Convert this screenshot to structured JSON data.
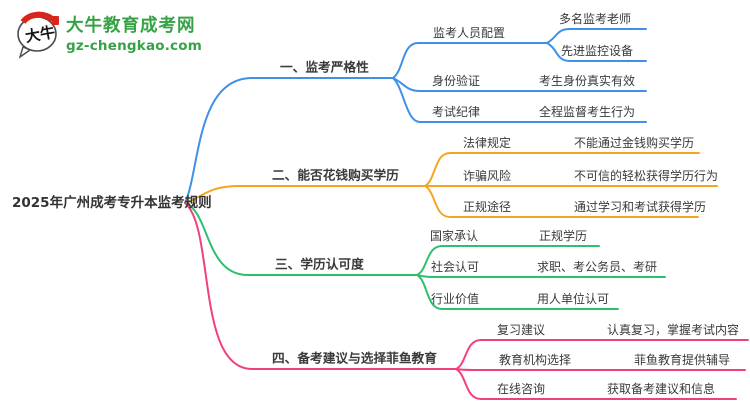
{
  "brand": {
    "name": "大牛教育成考网",
    "domain": "gz-chengkao.com",
    "logo_glyph": "大牛",
    "green": "#35a345",
    "red": "#d9251c"
  },
  "mindmap": {
    "root": "2025年广州成考专升本监考规则",
    "branches": [
      {
        "label": "一、监考严格性",
        "color": "#3f90e8",
        "children": [
          {
            "label": "监考人员配置",
            "leaves": [
              "多名监考老师",
              "先进监控设备"
            ]
          },
          {
            "label": "身份验证",
            "value": "考生身份真实有效"
          },
          {
            "label": "考试纪律",
            "value": "全程监督考生行为"
          }
        ]
      },
      {
        "label": "二、能否花钱购买学历",
        "color": "#f5a522",
        "children": [
          {
            "label": "法律规定",
            "value": "不能通过金钱购买学历"
          },
          {
            "label": "诈骗风险",
            "value": "不可信的轻松获得学历行为"
          },
          {
            "label": "正规途径",
            "value": "通过学习和考试获得学历"
          }
        ]
      },
      {
        "label": "三、学历认可度",
        "color": "#2ebf6f",
        "children": [
          {
            "label": "国家承认",
            "value": "正规学历"
          },
          {
            "label": "社会认可",
            "value": "求职、考公务员、考研"
          },
          {
            "label": "行业价值",
            "value": "用人单位认可"
          }
        ]
      },
      {
        "label": "四、备考建议与选择菲鱼教育",
        "color": "#f0407d",
        "children": [
          {
            "label": "复习建议",
            "value": "认真复习，掌握考试内容"
          },
          {
            "label": "教育机构选择",
            "value": "菲鱼教育提供辅导"
          },
          {
            "label": "在线咨询",
            "value": "获取备考建议和信息"
          }
        ]
      }
    ]
  }
}
